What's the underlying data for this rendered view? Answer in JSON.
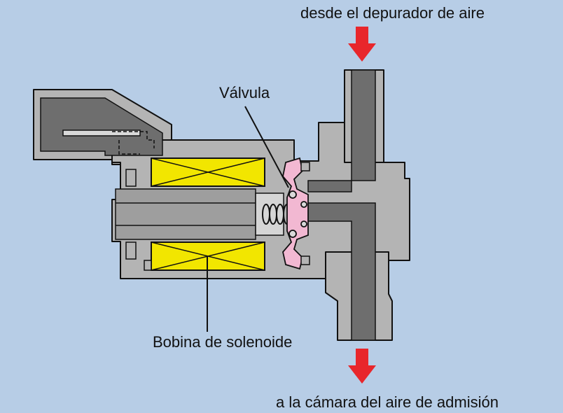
{
  "labels": {
    "inlet": "desde el depurador de aire",
    "valve": "Válvula",
    "coil": "Bobina de solenoide",
    "outlet": "a la cámara del aire de admisión"
  },
  "colors": {
    "background": "#b7cde6",
    "body": "#b4b4b4",
    "passage": "#6e6e6e",
    "dark_part": "#6a6a6a",
    "coil": "#f2e600",
    "valve": "#f2b8d2",
    "arrow": "#e8262b"
  },
  "icons": {
    "flow_in": "arrow-down-icon",
    "flow_out": "arrow-down-icon"
  }
}
